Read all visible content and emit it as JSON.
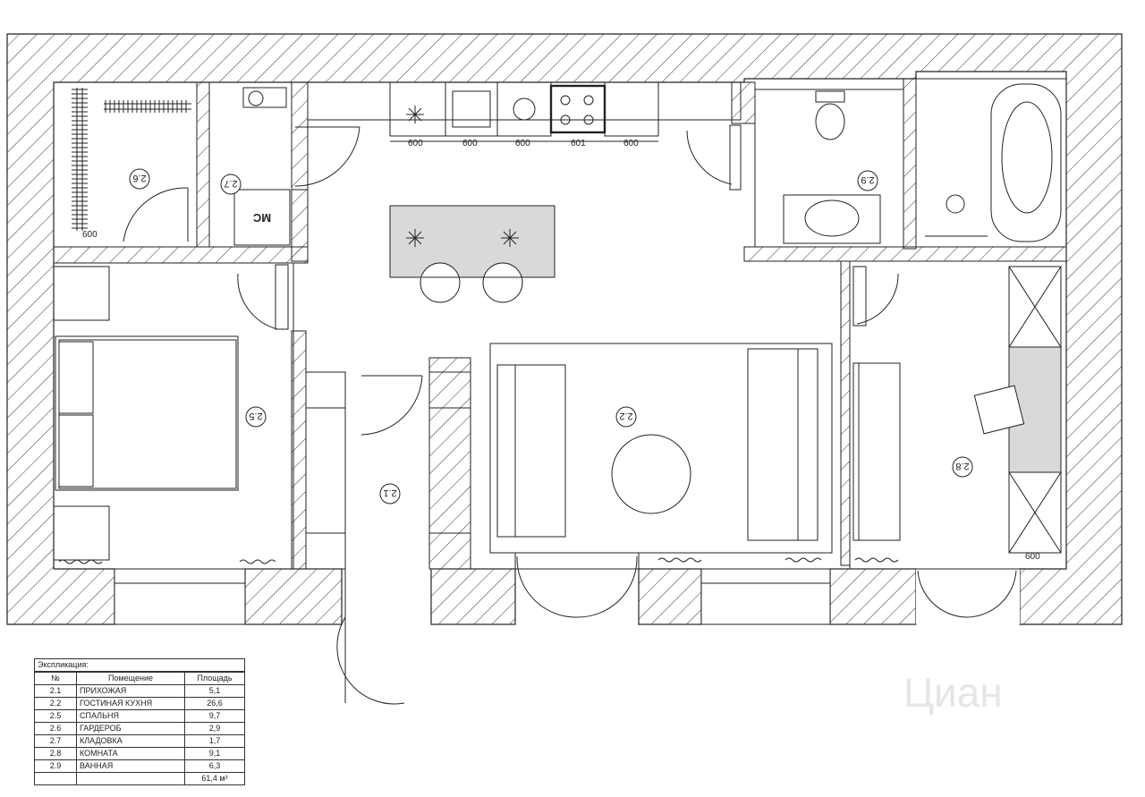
{
  "rooms": [
    {
      "id": "2.1"
    },
    {
      "id": "2.2"
    },
    {
      "id": "2.5"
    },
    {
      "id": "2.6"
    },
    {
      "id": "2.7"
    },
    {
      "id": "2.8"
    },
    {
      "id": "2.9"
    }
  ],
  "dimensions": {
    "kitchen": [
      "600",
      "600",
      "600",
      "601",
      "600"
    ],
    "wardrobe": "600",
    "room": "600"
  },
  "storage_label": "МС",
  "watermark": "Циан",
  "explication": {
    "caption": "Экспликация:",
    "headers": [
      "№",
      "Помещение",
      "Площадь"
    ],
    "rows": [
      {
        "no": "2.1",
        "room": "ПРИХОЖАЯ",
        "area": "5,1"
      },
      {
        "no": "2.2",
        "room": "ГОСТИНАЯ КУХНЯ",
        "area": "26,6"
      },
      {
        "no": "2.5",
        "room": "СПАЛЬНЯ",
        "area": "9,7"
      },
      {
        "no": "2.6",
        "room": "ГАРДЕРОБ",
        "area": "2,9"
      },
      {
        "no": "2.7",
        "room": "КЛАДОВКА",
        "area": "1,7"
      },
      {
        "no": "2.8",
        "room": "КОМНАТА",
        "area": "9,1"
      },
      {
        "no": "2.9",
        "room": "ВАННАЯ",
        "area": "6,3"
      }
    ],
    "total": "61,4 м²"
  },
  "colors": {
    "line": "#222222",
    "fill_gray": "#d9d9d9",
    "hatch": "#333333"
  }
}
